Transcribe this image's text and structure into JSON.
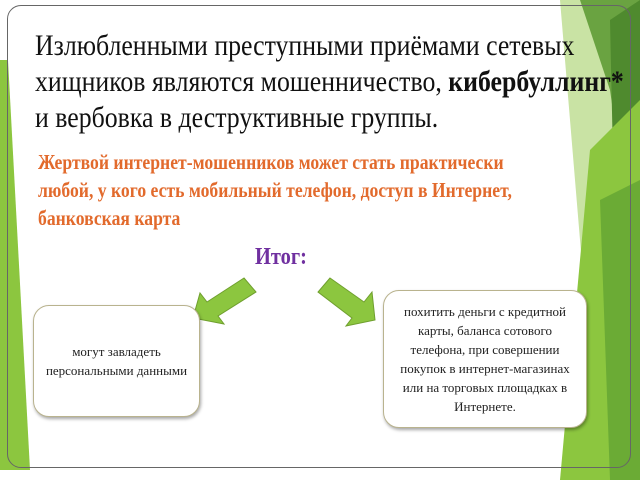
{
  "slide": {
    "title_part1": "Излюбленными преступными приёмами сетевых",
    "title_part2": "хищников являются мошенничество,",
    "title_bold": "кибербуллинг*",
    "title_part3": "и вербовка в деструктивные группы.",
    "subtitle_line1": "Жертвой интернет-мошенников может стать практически",
    "subtitle_line2": "любой, у кого есть мобильный телефон, доступ в Интернет,",
    "subtitle_line3": "банковская карта",
    "summary_label": "Итог:",
    "left_box_text": "могут завладеть персональными данными",
    "right_box_text": "похитить деньги с кредитной карты, баланса сотового телефона, при совершении покупок в интернет-магазинах или на торговых площадках в Интернете."
  },
  "colors": {
    "accent_green": "#8cc63f",
    "subtitle_orange": "#e26a2c",
    "summary_purple": "#7030a0"
  }
}
